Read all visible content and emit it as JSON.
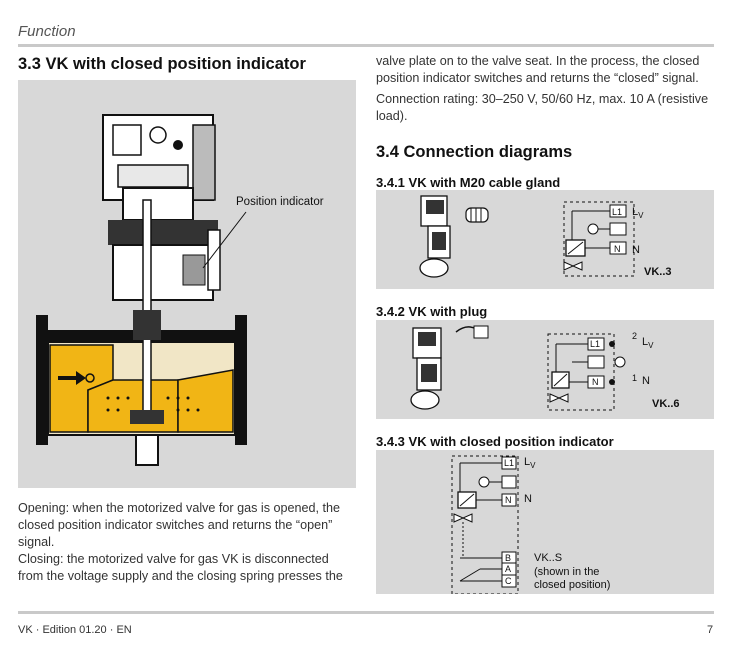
{
  "header": {
    "title": "Function"
  },
  "left": {
    "heading": "3.3 VK with closed position indicator",
    "figure_label": "Position indicator",
    "opening_lines": [
      "Opening: when the motorized valve for gas is opened, the",
      "closed position indicator switches and returns the “open”",
      "signal."
    ],
    "closing_lines": [
      "Closing: the motorized valve for gas VK is disconnected",
      "from the voltage supply and the closing spring presses the"
    ]
  },
  "right": {
    "cont_lines": [
      "valve plate on to the valve seat. In the process, the closed",
      "position indicator switches and returns the “closed” signal."
    ],
    "rating_lines": [
      "Connection rating: 30–250 V, 50/60 Hz, max. 10 A (resistive",
      "load)."
    ],
    "section_heading": "3.4 Connection diagrams",
    "d1": {
      "heading": "3.4.1 VK with M20 cable gland",
      "term_l1": "L1",
      "term_n": "N",
      "label_lv": "L",
      "label_lv_sub": "V",
      "label_n": "N",
      "model": "VK..3"
    },
    "d2": {
      "heading": "3.4.2 VK with plug",
      "term_l1": "L1",
      "term_n": "N",
      "pin_top": "2",
      "pin_bottom": "1",
      "label_lv": "L",
      "label_lv_sub": "V",
      "label_n": "N",
      "model": "VK..6"
    },
    "d3": {
      "heading": "3.4.3 VK with closed position indicator",
      "term_l1": "L1",
      "term_n": "N",
      "term_b": "B",
      "term_a": "A",
      "term_c": "C",
      "label_lv": "L",
      "label_lv_sub": "V",
      "label_n": "N",
      "model": "VK..S",
      "note_lines": [
        "(shown in the",
        "closed position)"
      ]
    }
  },
  "footer": {
    "left": "VK · Edition 01.20 · EN",
    "page": "7"
  }
}
